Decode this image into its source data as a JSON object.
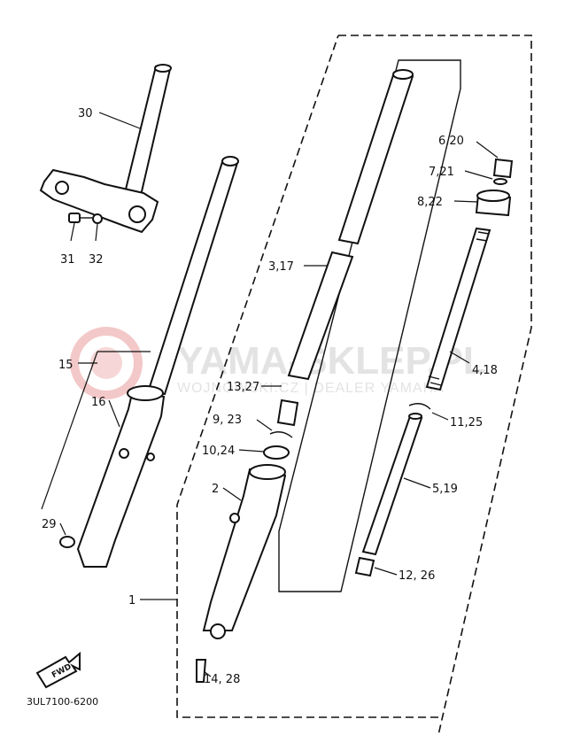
{
  "watermark": {
    "brand": "YAMA-SKLEP.PL",
    "subtitle": "WOJNOWSKI.CZ | DEALER YAMAHA"
  },
  "diagram_code": "3UL7100-6200",
  "fwd_text": "FWD",
  "callouts": {
    "c1": "1",
    "c2": "2",
    "c3_17": "3,17",
    "c4_18": "4,18",
    "c5_19": "5,19",
    "c6_20": "6,20",
    "c7_21": "7,21",
    "c8_22": "8,22",
    "c9_23": "9, 23",
    "c10_24": "10,24",
    "c11_25": "11,25",
    "c12_26": "12, 26",
    "c13_27": "13,27",
    "c14_28": "14, 28",
    "c15": "15",
    "c16": "16",
    "c29": "29",
    "c30": "30",
    "c31": "31",
    "c32": "32"
  }
}
